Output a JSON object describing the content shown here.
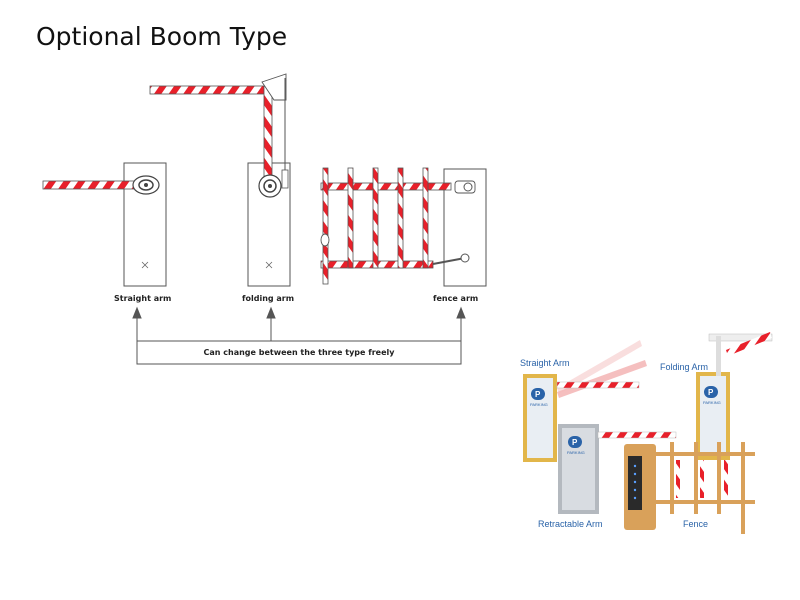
{
  "title": "Optional Boom Type",
  "diagram": {
    "straight_label": "Straight arm",
    "folding_label": "folding arm",
    "fence_label": "fence arm",
    "bracket_label": "Can change between the three type freely"
  },
  "photo": {
    "straight_label": "Straight Arm",
    "folding_label": "Folding Arm",
    "retractable_label": "Retractable Arm",
    "fence_label": "Fence",
    "brand_label": "PARKING",
    "logo_letter": "P"
  },
  "colors": {
    "stripe_red": "#e8202a",
    "line": "#444444",
    "label_blue": "#2a63a8",
    "cabinet_yellow": "#e2b64a",
    "cabinet_orange": "#d9a15a"
  }
}
